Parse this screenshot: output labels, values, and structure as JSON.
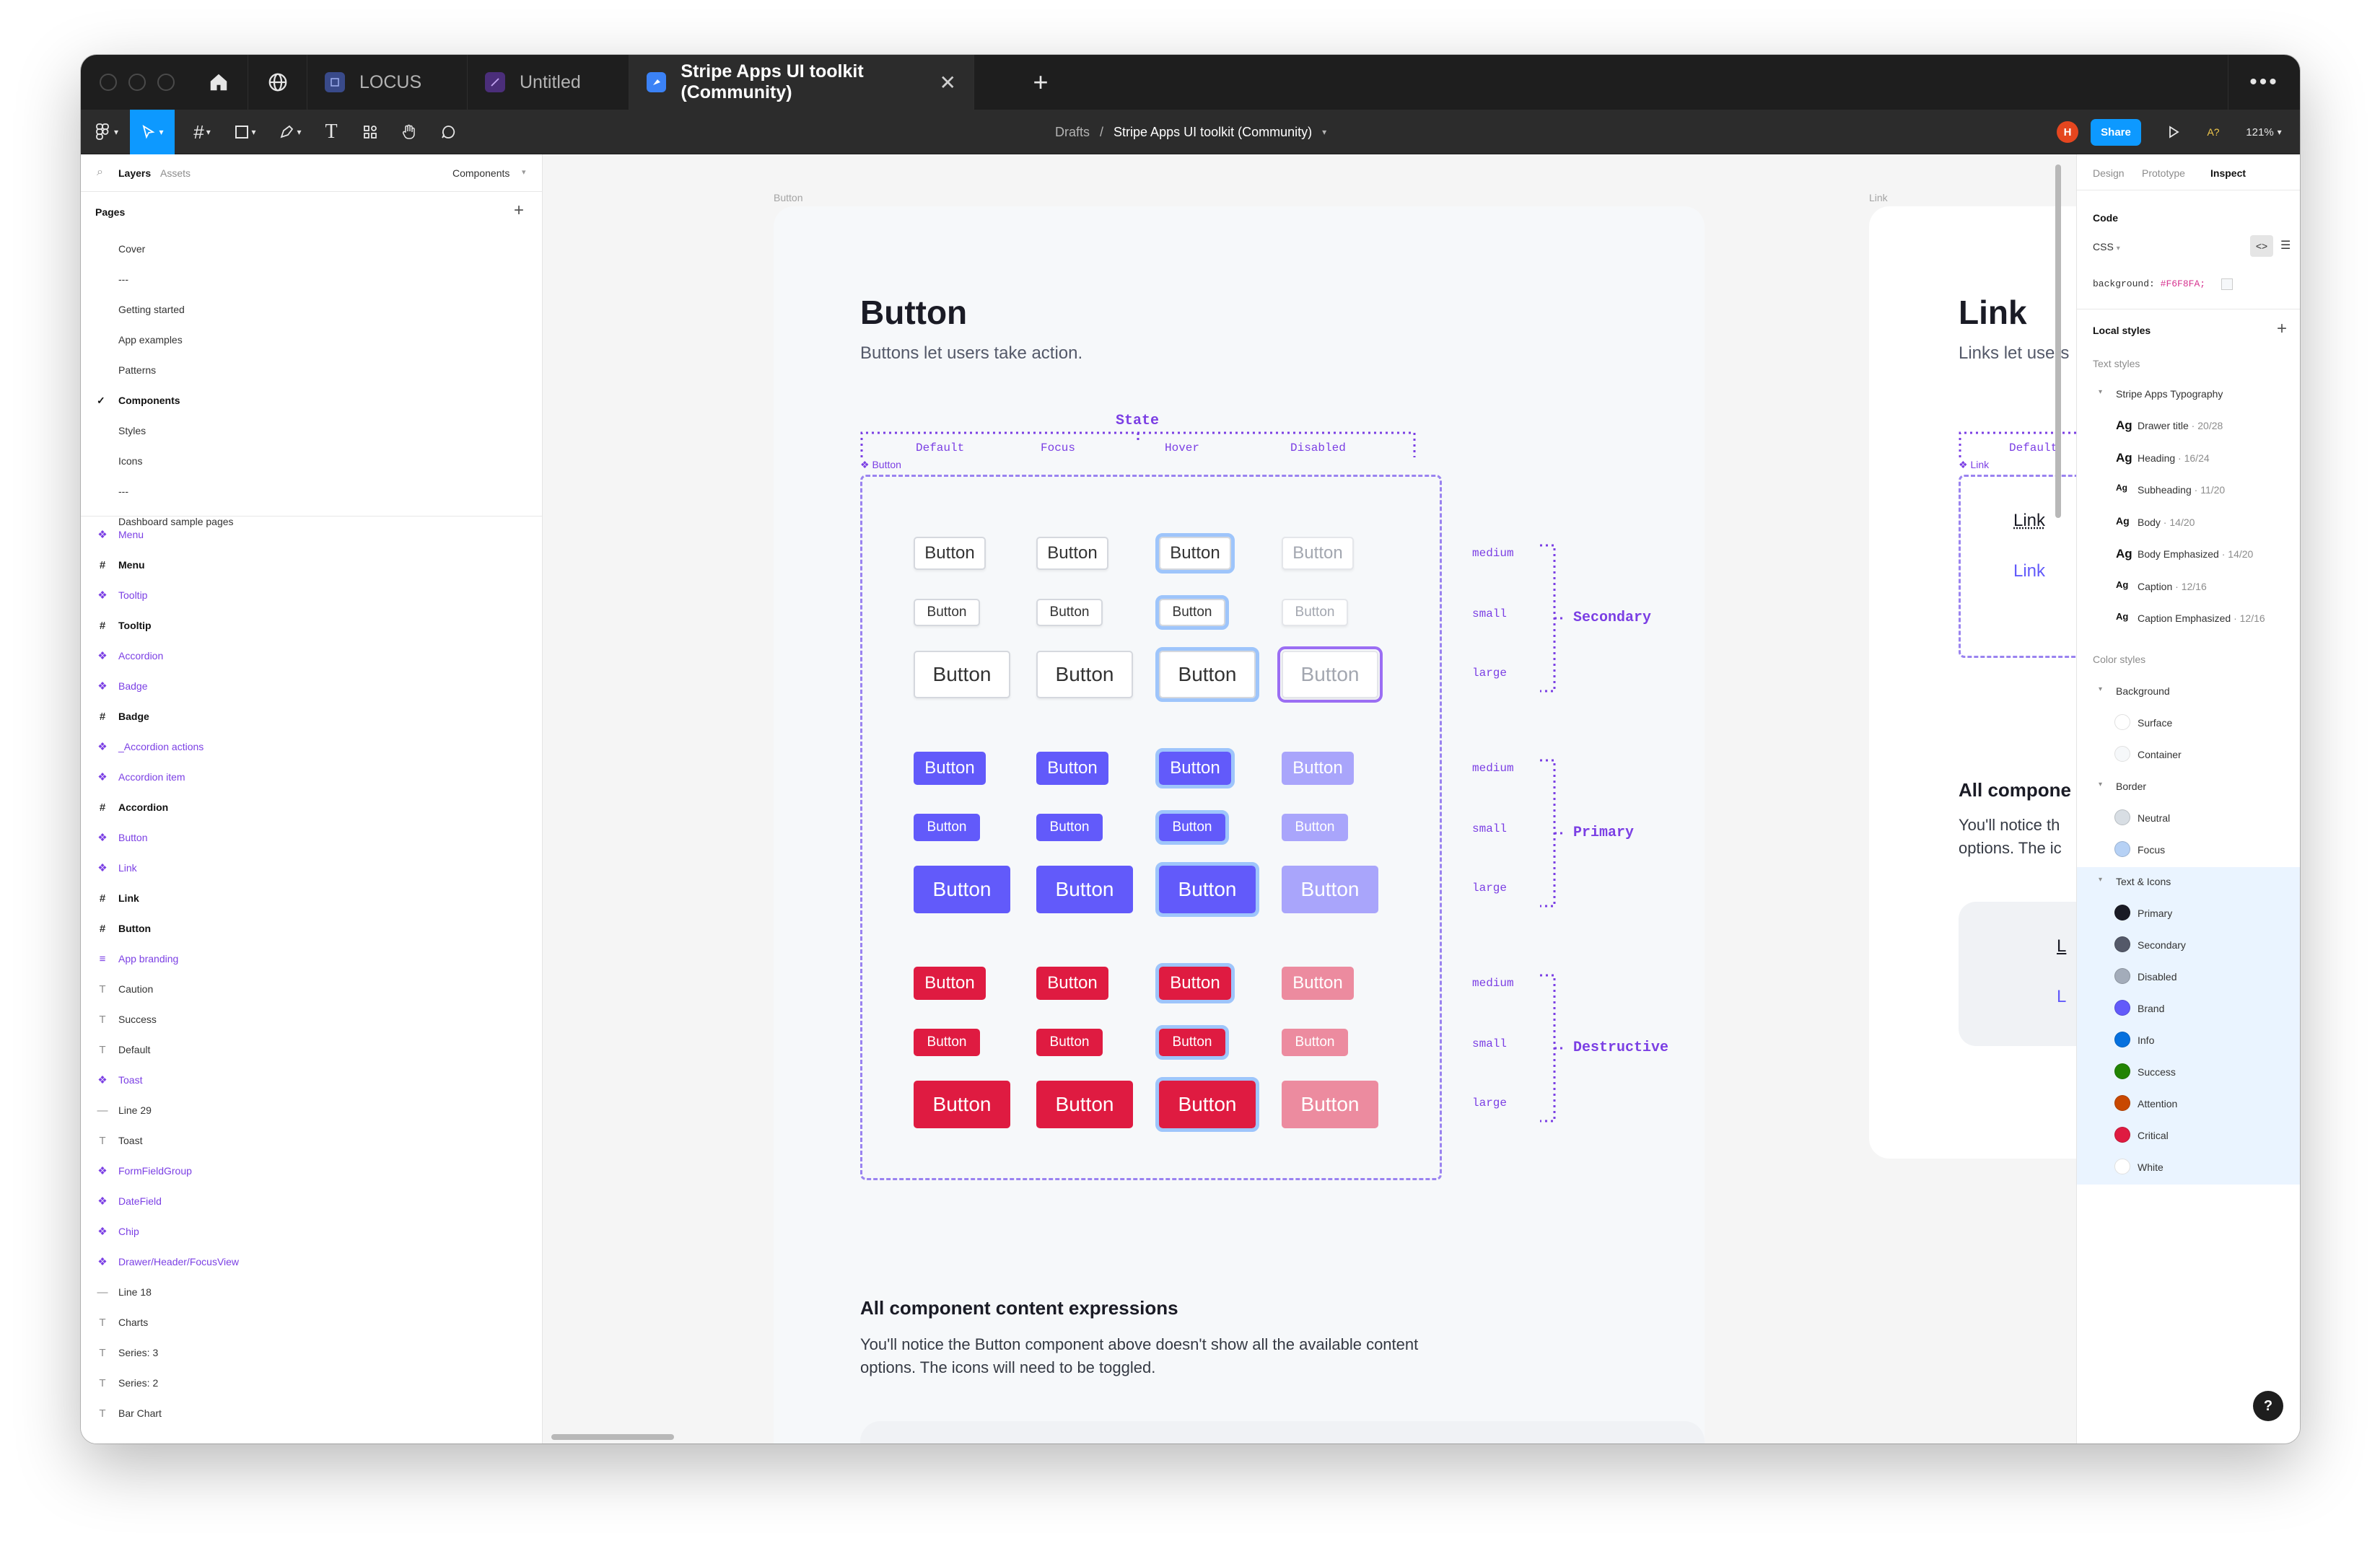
{
  "tabs": {
    "locus": "LOCUS",
    "untitled": "Untitled",
    "active": "Stripe Apps UI toolkit (Community)"
  },
  "toolbar": {
    "breadcrumb_root": "Drafts",
    "file_name": "Stripe Apps UI toolkit (Community)",
    "share": "Share",
    "avatar": "H",
    "zoom": "121%",
    "a_badge": "A?"
  },
  "left_panel": {
    "tab_layers": "Layers",
    "tab_assets": "Assets",
    "components_filter": "Components",
    "pages_title": "Pages",
    "pages": [
      "Cover",
      "---",
      "Getting started",
      "App examples",
      "Patterns",
      "Components",
      "Styles",
      "Icons",
      "---",
      "Dashboard sample pages"
    ],
    "layers": [
      {
        "type": "comp",
        "label": "Menu"
      },
      {
        "type": "frame",
        "label": "Menu"
      },
      {
        "type": "comp",
        "label": "Tooltip"
      },
      {
        "type": "frame",
        "label": "Tooltip"
      },
      {
        "type": "comp",
        "label": "Accordion"
      },
      {
        "type": "comp",
        "label": "Badge"
      },
      {
        "type": "frame",
        "label": "Badge"
      },
      {
        "type": "comp",
        "label": "_Accordion actions"
      },
      {
        "type": "comp",
        "label": "Accordion item"
      },
      {
        "type": "frame",
        "label": "Accordion"
      },
      {
        "type": "comp",
        "label": "Button"
      },
      {
        "type": "comp",
        "label": "Link"
      },
      {
        "type": "frame",
        "label": "Link"
      },
      {
        "type": "frame",
        "label": "Button"
      },
      {
        "type": "style",
        "label": "App branding"
      },
      {
        "type": "text",
        "label": "Caution"
      },
      {
        "type": "text",
        "label": "Success"
      },
      {
        "type": "text",
        "label": "Default"
      },
      {
        "type": "comp",
        "label": "Toast"
      },
      {
        "type": "line",
        "label": "Line 29"
      },
      {
        "type": "text",
        "label": "Toast"
      },
      {
        "type": "comp",
        "label": "FormFieldGroup"
      },
      {
        "type": "comp",
        "label": "DateField"
      },
      {
        "type": "comp",
        "label": "Chip"
      },
      {
        "type": "comp",
        "label": "Drawer/Header/FocusView"
      },
      {
        "type": "line",
        "label": "Line 18"
      },
      {
        "type": "text",
        "label": "Charts"
      },
      {
        "type": "text",
        "label": "Series: 3"
      },
      {
        "type": "text",
        "label": "Series: 2"
      },
      {
        "type": "text",
        "label": "Bar Chart"
      }
    ]
  },
  "canvas": {
    "frame_label_button": "Button",
    "frame_label_link": "Link",
    "button_title": "Button",
    "button_subtitle": "Buttons let users take action.",
    "state_label": "State",
    "states": [
      "Default",
      "Focus",
      "Hover",
      "Disabled"
    ],
    "component_tag": "Button",
    "button_text": "Button",
    "sizes": [
      "medium",
      "small",
      "large"
    ],
    "groups": [
      "Secondary",
      "Primary",
      "Destructive"
    ],
    "section_title": "All component content expressions",
    "section_body_1": "You'll notice the Button component above doesn't show all the available content",
    "section_body_2": "options.  The icons will need to be toggled.",
    "link_title": "Link",
    "link_subtitle": "Links let users",
    "link_state": "Default",
    "link_tag": "Link",
    "link_text": "Link",
    "link_section_title": "All compone",
    "link_body_1": "You'll notice th",
    "link_body_2": "options. The ic",
    "link_card_1": "L",
    "link_card_2": "L"
  },
  "right_panel": {
    "tabs": [
      "Design",
      "Prototype",
      "Inspect"
    ],
    "code_title": "Code",
    "code_lang": "CSS",
    "code_prop": "background:",
    "code_value": "#F6F8FA;",
    "local_styles": "Local styles",
    "text_styles": "Text styles",
    "typography_group": "Stripe Apps Typography",
    "type_styles": [
      {
        "name": "Drawer title",
        "spec": "20/28"
      },
      {
        "name": "Heading",
        "spec": "16/24"
      },
      {
        "name": "Subheading",
        "spec": "11/20"
      },
      {
        "name": "Body",
        "spec": "14/20"
      },
      {
        "name": "Body Emphasized",
        "spec": "14/20"
      },
      {
        "name": "Caption",
        "spec": "12/16"
      },
      {
        "name": "Caption Emphasized",
        "spec": "12/16"
      }
    ],
    "color_styles": "Color styles",
    "bg_group": "Background",
    "bg_items": [
      {
        "name": "Surface",
        "color": "#ffffff"
      },
      {
        "name": "Container",
        "color": "#f6f8fa"
      }
    ],
    "border_group": "Border",
    "border_items": [
      {
        "name": "Neutral",
        "color": "#d8dee4"
      },
      {
        "name": "Focus",
        "color": "#b6d1f5"
      }
    ],
    "text_group": "Text & Icons",
    "text_items": [
      {
        "name": "Primary",
        "color": "#1a1b25"
      },
      {
        "name": "Secondary",
        "color": "#545969"
      },
      {
        "name": "Disabled",
        "color": "#a3acba"
      },
      {
        "name": "Brand",
        "color": "#625afa"
      },
      {
        "name": "Info",
        "color": "#0570de"
      },
      {
        "name": "Success",
        "color": "#228403"
      },
      {
        "name": "Attention",
        "color": "#c84801"
      },
      {
        "name": "Critical",
        "color": "#df1b41"
      },
      {
        "name": "White",
        "color": "#ffffff"
      }
    ],
    "help": "?"
  },
  "colors": {
    "accent": "#0d99ff",
    "brand": "#625afa",
    "component_purple": "#7b3fe4",
    "destructive": "#df1b41"
  }
}
